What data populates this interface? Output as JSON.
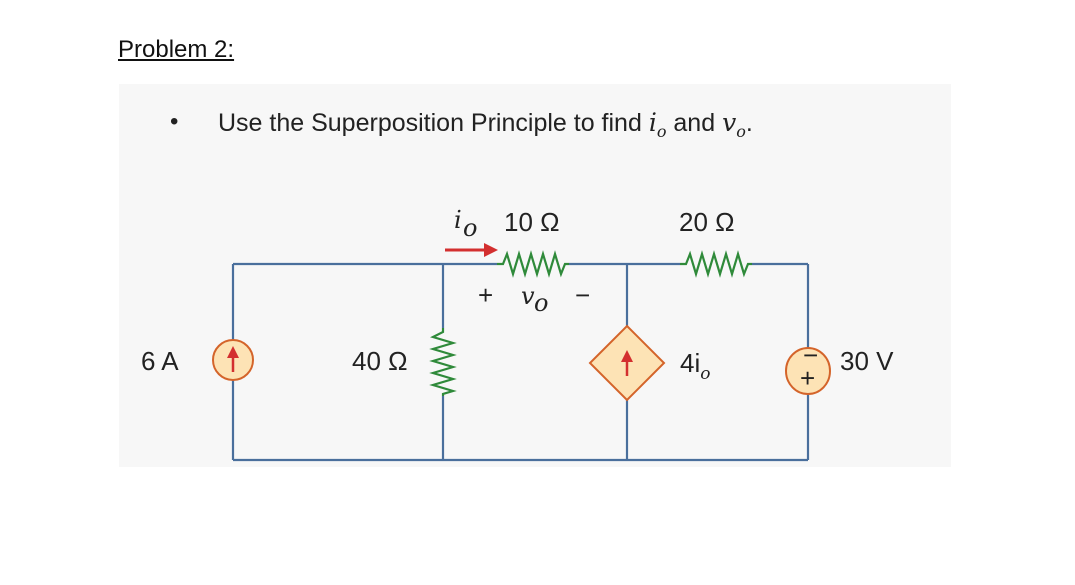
{
  "problem": {
    "title": "Problem 2:"
  },
  "task": {
    "bullet": "•",
    "text_before": "Use the Superposition Principle to find",
    "var1": "i",
    "var1_sub": "o",
    "middle": "and",
    "var2": "v",
    "var2_sub": "o",
    "end": "."
  },
  "circuit": {
    "current_source_label": "6 A",
    "r_shunt_label": "40 Ω",
    "r_series1_label": "10 Ω",
    "r_series2_label": "20 Ω",
    "io_label": "i",
    "io_sub": "o",
    "vo_plus": "+",
    "vo_label": "v",
    "vo_sub": "o",
    "vo_minus": "−",
    "dependent_source_label": "4i",
    "dependent_source_sub": "o",
    "voltage_source_label": "30 V",
    "voltage_source_minus": "−",
    "voltage_source_plus": "+",
    "colors": {
      "wire": "#4a6f9c",
      "resistor": "#2f8a3a",
      "arrow": "#d32f2f",
      "dependent_fill": "#fde3b5",
      "dependent_border": "#d4642a",
      "source_fill": "#fde3b5",
      "source_border": "#d4642a"
    }
  }
}
